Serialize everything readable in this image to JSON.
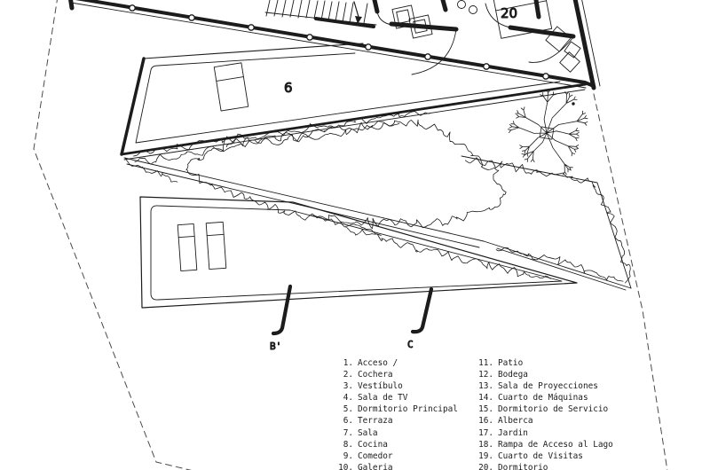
{
  "plan": {
    "terrace_label": "6",
    "bedroom_label": "20",
    "section_marker_b": "B'",
    "section_marker_c": "C"
  },
  "colors": {
    "ink": "#1c1c1c",
    "boundary": "#4a4a4a"
  },
  "legend": {
    "columns": [
      {
        "items": [
          {
            "num": "1.",
            "label": "Acceso /"
          },
          {
            "num": "2.",
            "label": "Cochera"
          },
          {
            "num": "3.",
            "label": "Vestíbulo"
          },
          {
            "num": "4.",
            "label": "Sala de TV"
          },
          {
            "num": "5.",
            "label": "Dormitorio Principal"
          },
          {
            "num": "6.",
            "label": "Terraza"
          },
          {
            "num": "7.",
            "label": "Sala"
          },
          {
            "num": "8.",
            "label": "Cocina"
          },
          {
            "num": "9.",
            "label": "Comedor"
          },
          {
            "num": "10.",
            "label": "Galeria"
          }
        ]
      },
      {
        "items": [
          {
            "num": "11.",
            "label": "Patio"
          },
          {
            "num": "12.",
            "label": "Bodega"
          },
          {
            "num": "13.",
            "label": "Sala de Proyecciones"
          },
          {
            "num": "14.",
            "label": "Cuarto de Máquinas"
          },
          {
            "num": "15.",
            "label": "Dormitorio de Servicio"
          },
          {
            "num": "16.",
            "label": "Alberca"
          },
          {
            "num": "17.",
            "label": "Jardin"
          },
          {
            "num": "18.",
            "label": "Rampa de Acceso al Lago"
          },
          {
            "num": "19.",
            "label": "Cuarto de Visitas"
          },
          {
            "num": "20.",
            "label": "Dormitorio"
          }
        ]
      }
    ]
  }
}
